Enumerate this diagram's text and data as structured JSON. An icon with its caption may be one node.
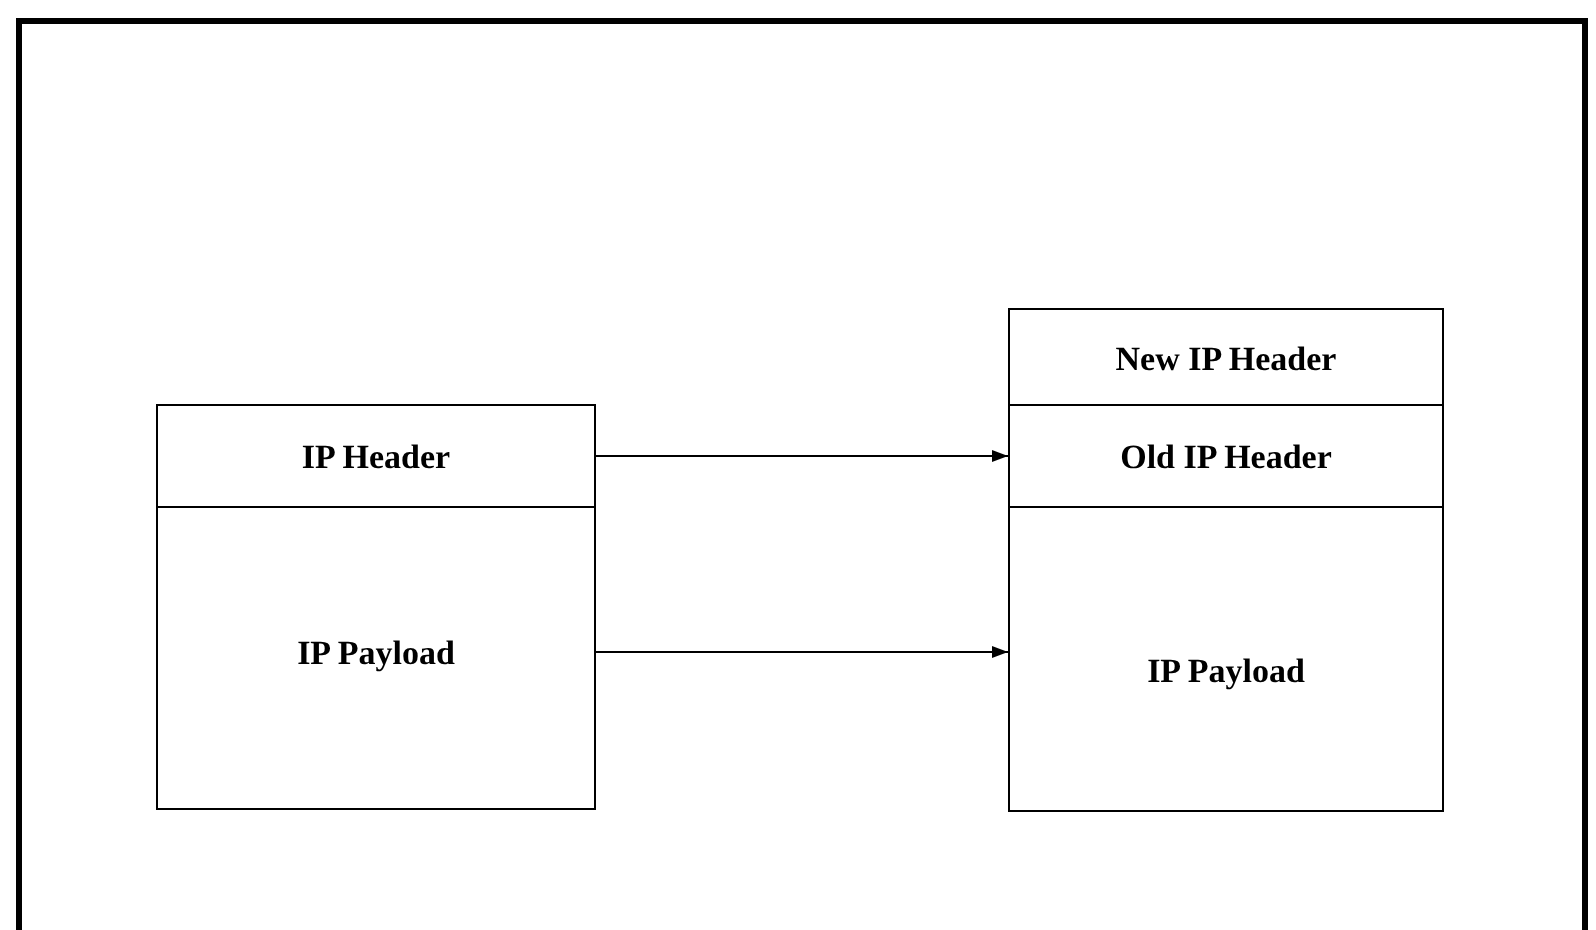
{
  "diagram": {
    "nodes": [
      {
        "text": [
          "IP Header"
        ]
      },
      {
        "text": [
          "IP Payload"
        ]
      },
      {
        "text": [
          "New IP Header"
        ]
      },
      {
        "text": [
          "Old IP Header"
        ]
      },
      {
        "text": [
          "IP Payload"
        ]
      }
    ],
    "edges": [
      {
        "from": 0,
        "to": 3,
        "arrow": "to"
      },
      {
        "from": 1,
        "to": 4,
        "arrow": "to"
      }
    ]
  }
}
